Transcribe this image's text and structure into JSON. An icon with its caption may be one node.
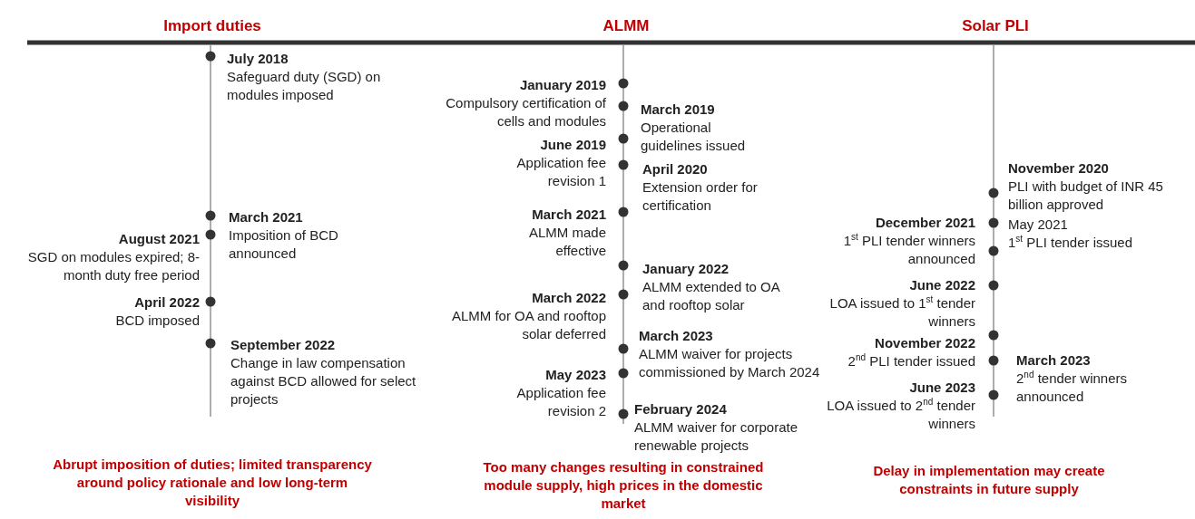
{
  "diagram": {
    "labels": [
      "Import duties",
      "ALMM",
      "Solar PLI",
      "July 2018",
      "Safeguard duty (SGD) on modules imposed",
      "March 2021",
      "Imposition of BCD announced",
      "August 2021",
      "SGD on modules expired; 8-month duty free period",
      "April 2022",
      "BCD imposed",
      "September 2022",
      "Change in law compensation against BCD allowed for select projects",
      "January 2019",
      "Compulsory certification of cells and modules",
      "March 2019",
      "Operational guidelines issued",
      "June 2019",
      "Application fee revision 1",
      "April 2020",
      "Extension order for certification",
      "March 2021",
      "ALMM made effective",
      "January 2022",
      "ALMM extended to OA and rooftop solar",
      "March 2022",
      "ALMM for OA and rooftop solar deferred",
      "March 2023",
      "ALMM waiver for projects commissioned by March 2024",
      "May 2023",
      "Application fee revision 2",
      "February 2024",
      "ALMM waiver for corporate renewable projects",
      "November 2020",
      "PLI with budget of INR 45 billion approved",
      "May 2021",
      "1$^{st}$ PLI tender issued",
      "December 2021",
      "1$^{st}$ PLI tender winners announced",
      "June 2022",
      "LOA issued to 1$^{st}$ tender winners",
      "November 2022",
      "2$^{nd}$ PLI tender issued",
      "March 2023",
      "2$^{nd}$ tender winners announced",
      "June 2023",
      "LOA issued to 2$^{nd}$ tender winners",
      "Abrupt imposition of duties; limited transparency around policy rationale and low long-term visibility",
      "Too many changes resulting in constrained module supply, high prices in the domestic market",
      "Delay in implementation may create constraints in future supply"
    ]
  }
}
